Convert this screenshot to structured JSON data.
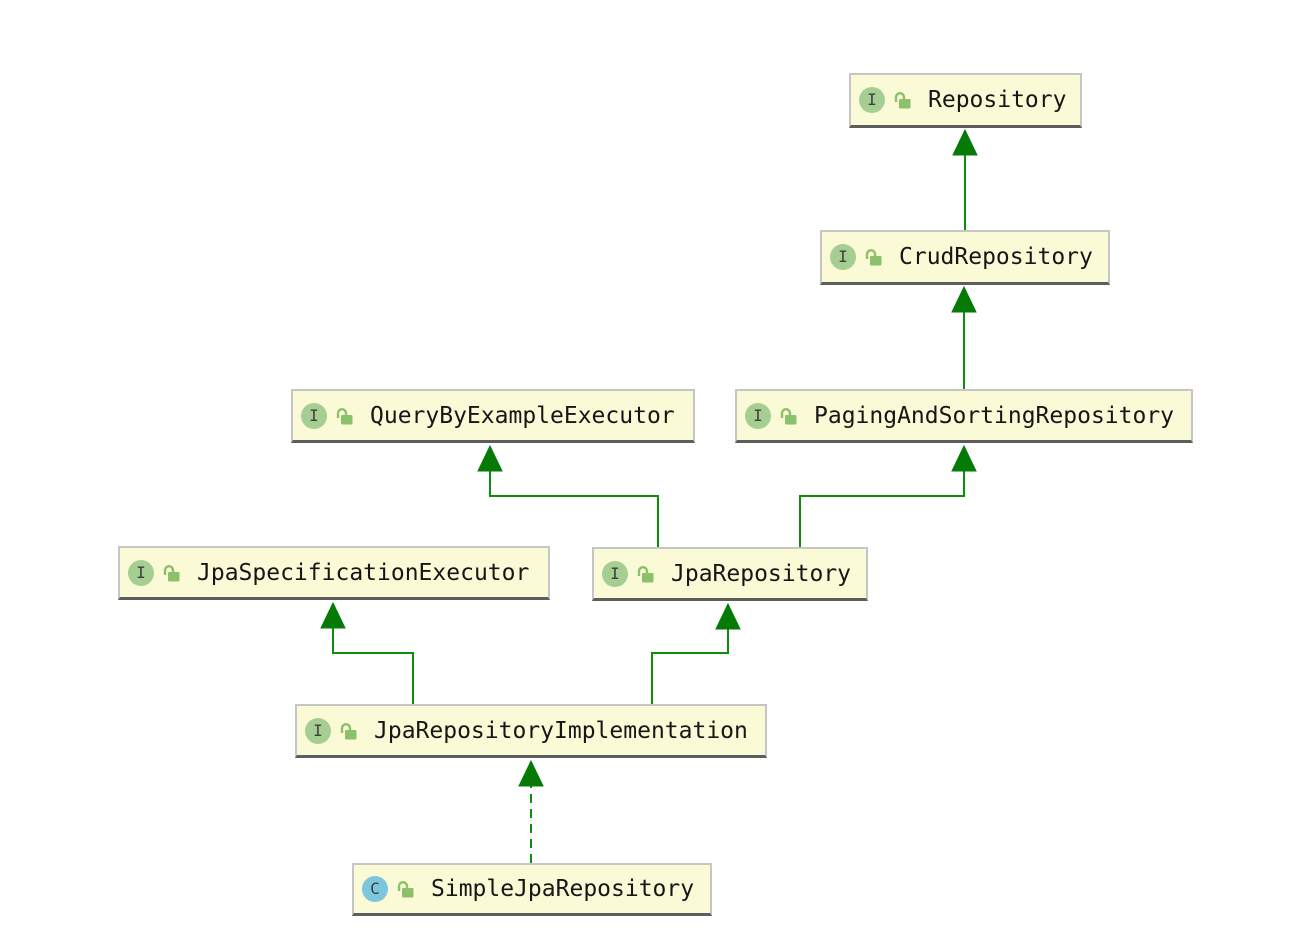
{
  "diagram": {
    "title": "Spring Data JPA repository class hierarchy",
    "colors": {
      "background": "#ffffff",
      "node_fill": "#fafad6",
      "node_border": "#c6c6c6",
      "node_bottom_border": "#5d5d5d",
      "edge_stroke": "#0d8e0d",
      "arrow_fill": "#067a06",
      "interface_badge_bg": "#a6ce92",
      "class_badge_bg": "#7cc7dd",
      "lock_icon_green": "#8cc06a",
      "label_color": "#161616"
    },
    "icons": {
      "interface_badge": "circled letter I",
      "class_badge": "circled letter C",
      "visibility": "open-padlock (public)"
    },
    "nodes": [
      {
        "id": "repository",
        "label": "Repository",
        "kind": "interface",
        "badge": "I",
        "visibility": "public"
      },
      {
        "id": "crud-repository",
        "label": "CrudRepository",
        "kind": "interface",
        "badge": "I",
        "visibility": "public"
      },
      {
        "id": "query-by-example-executor",
        "label": "QueryByExampleExecutor",
        "kind": "interface",
        "badge": "I",
        "visibility": "public"
      },
      {
        "id": "paging-and-sorting-repository",
        "label": "PagingAndSortingRepository",
        "kind": "interface",
        "badge": "I",
        "visibility": "public"
      },
      {
        "id": "jpa-specification-executor",
        "label": "JpaSpecificationExecutor",
        "kind": "interface",
        "badge": "I",
        "visibility": "public"
      },
      {
        "id": "jpa-repository",
        "label": "JpaRepository",
        "kind": "interface",
        "badge": "I",
        "visibility": "public"
      },
      {
        "id": "jpa-repository-implementation",
        "label": "JpaRepositoryImplementation",
        "kind": "interface",
        "badge": "I",
        "visibility": "public"
      },
      {
        "id": "simple-jpa-repository",
        "label": "SimpleJpaRepository",
        "kind": "class",
        "badge": "C",
        "visibility": "public"
      }
    ],
    "edges": [
      {
        "from": "CrudRepository",
        "to": "Repository",
        "relation": "extends",
        "style": "solid"
      },
      {
        "from": "PagingAndSortingRepository",
        "to": "CrudRepository",
        "relation": "extends",
        "style": "solid"
      },
      {
        "from": "JpaRepository",
        "to": "QueryByExampleExecutor",
        "relation": "extends",
        "style": "solid"
      },
      {
        "from": "JpaRepository",
        "to": "PagingAndSortingRepository",
        "relation": "extends",
        "style": "solid"
      },
      {
        "from": "JpaRepositoryImplementation",
        "to": "JpaSpecificationExecutor",
        "relation": "extends",
        "style": "solid"
      },
      {
        "from": "JpaRepositoryImplementation",
        "to": "JpaRepository",
        "relation": "extends",
        "style": "solid"
      },
      {
        "from": "SimpleJpaRepository",
        "to": "JpaRepositoryImplementation",
        "relation": "implements",
        "style": "dashed"
      }
    ]
  }
}
